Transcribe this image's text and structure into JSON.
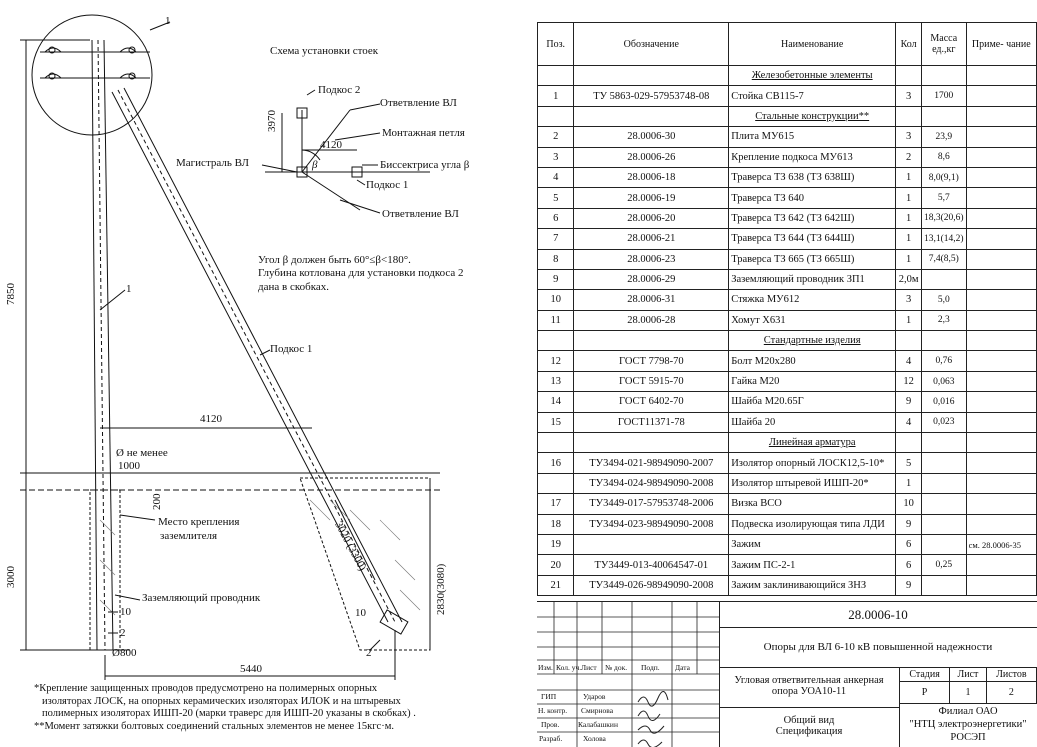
{
  "drawing": {
    "scheme_title": "Схема установки стоек",
    "labels": {
      "podkos2": "Подкос 2",
      "podkos1": "Подкос 1",
      "otvetvlenie_top": "Ответвление ВЛ",
      "otvetvlenie_bottom": "Ответвление ВЛ",
      "montazh_petlya": "Монтажная петля",
      "magistral": "Магистраль ВЛ",
      "bisectrissa": "Биссектриса угла β",
      "beta": "β",
      "podkos1_main": "Подкос 1",
      "pole_number": "1",
      "top_number": "1",
      "mesto": "Место крепления",
      "mesto2": "заземлителя",
      "zazemlyayushchiy": "Заземляющий проводник",
      "diam_min": "Ø не менее",
      "n10_left": "10",
      "n2_left": "2",
      "n10_right": "10",
      "n2_right": "2"
    },
    "dimensions": {
      "d3970": "3970",
      "d4120_scheme": "4120",
      "d7850": "7850",
      "d4120_main": "4120",
      "d1000": "1000",
      "d200": "200",
      "d3000": "3000",
      "d3020": "3020 (3300)",
      "d2830": "2830(3080)",
      "d800": "Ø800",
      "d5440": "5440"
    },
    "angle_note": [
      "Угол β должен быть 60°≤β<180°.",
      "Глубина котлована для установки подкоса 2",
      "дана в скобках."
    ],
    "notes": [
      "*Крепление защищенных проводов предусмотрено на полимерных опорных",
      "изоляторах ЛОСК, на опорных керамических изоляторах ИЛОК и на штыревых",
      "полимерных изоляторах ИШП-20 (марки траверс для ИШП-20 указаны в скобках) .",
      "**Момент затяжки болтовых соединений стальных элементов не менее 15кгс·м."
    ]
  },
  "spec": {
    "headers": {
      "pos": "Поз.",
      "oboz": "Обозначение",
      "naim": "Наименование",
      "kol": "Кол",
      "massa": "Масса ед.,кг",
      "prim": "Приме- чание"
    },
    "rows": [
      {
        "section": "Железобетонные элементы"
      },
      {
        "pos": "1",
        "oboz": "ТУ 5863-029-57953748-08",
        "naim": "Стойка СВ115-7",
        "kol": "3",
        "massa": "1700",
        "prim": ""
      },
      {
        "section": "Стальные конструкции**"
      },
      {
        "pos": "2",
        "oboz": "28.0006-30",
        "naim": "Плита МУ615",
        "kol": "3",
        "massa": "23,9",
        "prim": ""
      },
      {
        "pos": "3",
        "oboz": "28.0006-26",
        "naim": "Крепление подкоса МУ613",
        "kol": "2",
        "massa": "8,6",
        "prim": ""
      },
      {
        "pos": "4",
        "oboz": "28.0006-18",
        "naim": "Траверса ТЗ 638 (ТЗ 638Ш)",
        "kol": "1",
        "massa": "8,0(9,1)",
        "prim": ""
      },
      {
        "pos": "5",
        "oboz": "28.0006-19",
        "naim": "Траверса ТЗ 640",
        "kol": "1",
        "massa": "5,7",
        "prim": ""
      },
      {
        "pos": "6",
        "oboz": "28.0006-20",
        "naim": "Траверса ТЗ 642 (ТЗ 642Ш)",
        "kol": "1",
        "massa": "18,3(20,6)",
        "prim": ""
      },
      {
        "pos": "7",
        "oboz": "28.0006-21",
        "naim": "Траверса ТЗ 644 (ТЗ 644Ш)",
        "kol": "1",
        "massa": "13,1(14,2)",
        "prim": ""
      },
      {
        "pos": "8",
        "oboz": "28.0006-23",
        "naim": "Траверса ТЗ 665 (ТЗ 665Ш)",
        "kol": "1",
        "massa": "7,4(8,5)",
        "prim": ""
      },
      {
        "pos": "9",
        "oboz": "28.0006-29",
        "naim": "Заземляющий проводник ЗП1",
        "kol": "2,0м",
        "massa": "",
        "prim": ""
      },
      {
        "pos": "10",
        "oboz": "28.0006-31",
        "naim": "Стяжка МУ612",
        "kol": "3",
        "massa": "5,0",
        "prim": ""
      },
      {
        "pos": "11",
        "oboz": "28.0006-28",
        "naim": "Хомут Х631",
        "kol": "1",
        "massa": "2,3",
        "prim": ""
      },
      {
        "section": "Стандартные изделия"
      },
      {
        "pos": "12",
        "oboz": "ГОСТ 7798-70",
        "naim": "Болт М20х280",
        "kol": "4",
        "massa": "0,76",
        "prim": ""
      },
      {
        "pos": "13",
        "oboz": "ГОСТ 5915-70",
        "naim": "Гайка М20",
        "kol": "12",
        "massa": "0,063",
        "prim": ""
      },
      {
        "pos": "14",
        "oboz": "ГОСТ 6402-70",
        "naim": "Шайба М20.65Г",
        "kol": "9",
        "massa": "0,016",
        "prim": ""
      },
      {
        "pos": "15",
        "oboz": "ГОСТ11371-78",
        "naim": "Шайба 20",
        "kol": "4",
        "massa": "0,023",
        "prim": ""
      },
      {
        "section": "Линейная арматура"
      },
      {
        "pos": "16",
        "oboz": "ТУ3494-021-98949090-2007",
        "naim": "Изолятор опорный ЛОСК12,5-10*",
        "kol": "5",
        "massa": "",
        "prim": ""
      },
      {
        "pos": "",
        "oboz": "ТУ3494-024-98949090-2008",
        "naim": "Изолятор штыревой ИШП-20*",
        "kol": "1",
        "massa": "",
        "prim": ""
      },
      {
        "pos": "17",
        "oboz": "ТУ3449-017-57953748-2006",
        "naim": "Визка ВСО",
        "kol": "10",
        "massa": "",
        "prim": ""
      },
      {
        "pos": "18",
        "oboz": "ТУ3494-023-98949090-2008",
        "naim": "Подвеска изолирующая типа ЛДИ",
        "kol": "9",
        "massa": "",
        "prim": ""
      },
      {
        "pos": "19",
        "oboz": "",
        "naim": "Зажим",
        "kol": "6",
        "massa": "",
        "prim": "см. 28.0006-35"
      },
      {
        "pos": "20",
        "oboz": "ТУ3449-013-40064547-01",
        "naim": "Зажим ПС-2-1",
        "kol": "6",
        "massa": "0,25",
        "prim": ""
      },
      {
        "pos": "21",
        "oboz": "ТУ3449-026-98949090-2008",
        "naim": "Зажим заклинивающийся ЗНЗ",
        "kol": "9",
        "massa": "",
        "prim": ""
      }
    ]
  },
  "title_block": {
    "code": "28.0006-10",
    "project": "Опоры для ВЛ 6-10 кВ повышенной надежности",
    "name1": "Угловая ответвительная анкерная",
    "name2": "опора УОА10-11",
    "view1": "Общий вид",
    "view2": "Спецификация",
    "stadiya_h": "Стадия",
    "list_h": "Лист",
    "listov_h": "Листов",
    "stadiya": "Р",
    "list": "1",
    "listov": "2",
    "org1": "Филиал ОАО",
    "org2": "\"НТЦ электроэнергетики\"",
    "org3": "РОСЭП",
    "cols": [
      "Изм.",
      "Кол. уч.",
      "Лист",
      "№ док.",
      "Подп.",
      "Дата"
    ],
    "roles": [
      "ГИП",
      "Н. контр.",
      "Пров.",
      "Разраб."
    ],
    "people": [
      "Ударов",
      "Смирнова",
      "Калабашкин",
      "Холова"
    ]
  }
}
